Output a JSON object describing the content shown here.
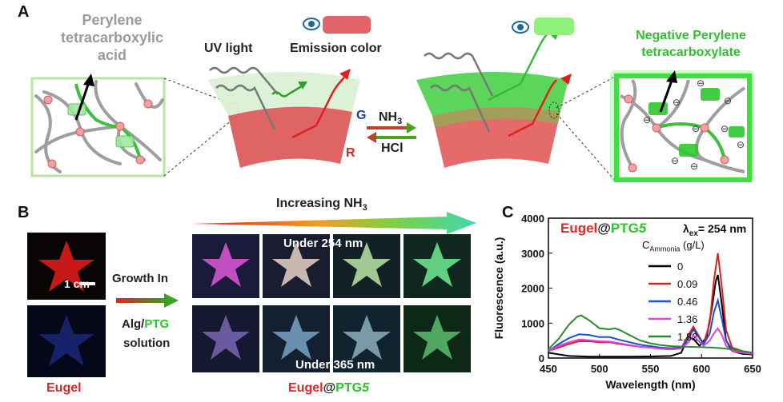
{
  "panel_a": {
    "label": "A",
    "left_title": [
      "Perylene",
      "tetracarboxylic",
      "acid"
    ],
    "uv_light": "UV light",
    "emission_color": "Emission color",
    "g": "G",
    "r": "R",
    "nh3": "NH",
    "nh3_sub": "3",
    "hcl": "HCl",
    "right_title": [
      "Negative Perylene",
      "tetracarboxylate"
    ],
    "minus": "⊖",
    "colors": {
      "red": "#d9282c",
      "green": "#2fbf2f",
      "gray": "#9a9a9a",
      "blue": "#1a3fb0"
    }
  },
  "panel_b": {
    "label": "B",
    "increasing": "Increasing NH",
    "increasing_sub": "3",
    "scale": "1 cm",
    "growth": "Growth In",
    "alg": "Alg/",
    "ptg": "PTG",
    "solution": "solution",
    "under254": "Under  254 nm",
    "under365": "Under  365 nm",
    "eugel_left": "Eugel",
    "eugel": "Eugel",
    "at": "@",
    "ptg5": "PTG",
    "ptg5_num": "5"
  },
  "panel_c": {
    "label": "C"
  },
  "chart_data": {
    "type": "line",
    "title_parts": [
      "Eugel",
      "@",
      "PTG",
      "5"
    ],
    "excitation_label": "λ",
    "excitation_sub": "ex",
    "excitation_value": "= 254 nm",
    "legend_title": "C",
    "legend_title_sub": "Ammonia",
    "legend_title_unit": " (g/L)",
    "xlabel": "Wavelength (nm)",
    "ylabel": "Fluorescence (a.u.)",
    "xlim": [
      450,
      650
    ],
    "ylim": [
      0,
      4000
    ],
    "xticks": [
      "450",
      "500",
      "550",
      "600",
      "650"
    ],
    "yticks": [
      "0",
      "1000",
      "2000",
      "3000",
      "4000"
    ],
    "series": [
      {
        "name": "0",
        "color": "#000000",
        "points": [
          [
            450,
            150
          ],
          [
            470,
            60
          ],
          [
            490,
            40
          ],
          [
            510,
            40
          ],
          [
            530,
            40
          ],
          [
            550,
            45
          ],
          [
            570,
            60
          ],
          [
            580,
            150
          ],
          [
            587,
            600
          ],
          [
            592,
            550
          ],
          [
            598,
            350
          ],
          [
            605,
            600
          ],
          [
            610,
            1400
          ],
          [
            614,
            2200
          ],
          [
            616,
            2380
          ],
          [
            620,
            1500
          ],
          [
            624,
            500
          ],
          [
            630,
            200
          ],
          [
            640,
            120
          ],
          [
            650,
            100
          ]
        ]
      },
      {
        "name": "0.09",
        "color": "#e02020",
        "points": [
          [
            450,
            200
          ],
          [
            460,
            300
          ],
          [
            470,
            400
          ],
          [
            480,
            480
          ],
          [
            490,
            480
          ],
          [
            500,
            450
          ],
          [
            510,
            450
          ],
          [
            520,
            400
          ],
          [
            530,
            360
          ],
          [
            540,
            320
          ],
          [
            550,
            300
          ],
          [
            560,
            270
          ],
          [
            570,
            250
          ],
          [
            580,
            280
          ],
          [
            587,
            650
          ],
          [
            592,
            900
          ],
          [
            596,
            700
          ],
          [
            602,
            400
          ],
          [
            608,
            1000
          ],
          [
            612,
            2200
          ],
          [
            616,
            3000
          ],
          [
            620,
            2000
          ],
          [
            624,
            800
          ],
          [
            630,
            300
          ],
          [
            640,
            200
          ],
          [
            650,
            150
          ]
        ]
      },
      {
        "name": "0.46",
        "color": "#1a4fd0",
        "points": [
          [
            450,
            200
          ],
          [
            460,
            400
          ],
          [
            470,
            570
          ],
          [
            480,
            680
          ],
          [
            490,
            660
          ],
          [
            500,
            600
          ],
          [
            510,
            600
          ],
          [
            520,
            520
          ],
          [
            530,
            450
          ],
          [
            540,
            380
          ],
          [
            550,
            340
          ],
          [
            560,
            300
          ],
          [
            570,
            280
          ],
          [
            580,
            300
          ],
          [
            587,
            550
          ],
          [
            592,
            820
          ],
          [
            596,
            650
          ],
          [
            602,
            400
          ],
          [
            608,
            700
          ],
          [
            612,
            1300
          ],
          [
            616,
            1650
          ],
          [
            620,
            1100
          ],
          [
            624,
            500
          ],
          [
            630,
            250
          ],
          [
            640,
            180
          ],
          [
            650,
            150
          ]
        ]
      },
      {
        "name": "1.36",
        "color": "#e040e0",
        "points": [
          [
            450,
            200
          ],
          [
            460,
            350
          ],
          [
            470,
            450
          ],
          [
            480,
            530
          ],
          [
            490,
            510
          ],
          [
            500,
            480
          ],
          [
            510,
            470
          ],
          [
            520,
            420
          ],
          [
            530,
            370
          ],
          [
            540,
            320
          ],
          [
            550,
            300
          ],
          [
            560,
            270
          ],
          [
            570,
            250
          ],
          [
            580,
            270
          ],
          [
            587,
            450
          ],
          [
            592,
            650
          ],
          [
            596,
            520
          ],
          [
            602,
            350
          ],
          [
            608,
            500
          ],
          [
            612,
            700
          ],
          [
            616,
            850
          ],
          [
            620,
            650
          ],
          [
            624,
            350
          ],
          [
            630,
            200
          ],
          [
            640,
            150
          ],
          [
            650,
            120
          ]
        ]
      },
      {
        "name": "1.82",
        "color": "#2a8a2a",
        "points": [
          [
            450,
            250
          ],
          [
            460,
            550
          ],
          [
            470,
            950
          ],
          [
            478,
            1180
          ],
          [
            482,
            1220
          ],
          [
            490,
            1080
          ],
          [
            500,
            850
          ],
          [
            510,
            820
          ],
          [
            515,
            850
          ],
          [
            520,
            800
          ],
          [
            530,
            650
          ],
          [
            540,
            500
          ],
          [
            550,
            420
          ],
          [
            560,
            370
          ],
          [
            570,
            340
          ],
          [
            580,
            330
          ],
          [
            590,
            320
          ],
          [
            600,
            310
          ],
          [
            610,
            300
          ],
          [
            620,
            280
          ],
          [
            630,
            250
          ],
          [
            640,
            200
          ],
          [
            650,
            150
          ]
        ]
      }
    ]
  }
}
